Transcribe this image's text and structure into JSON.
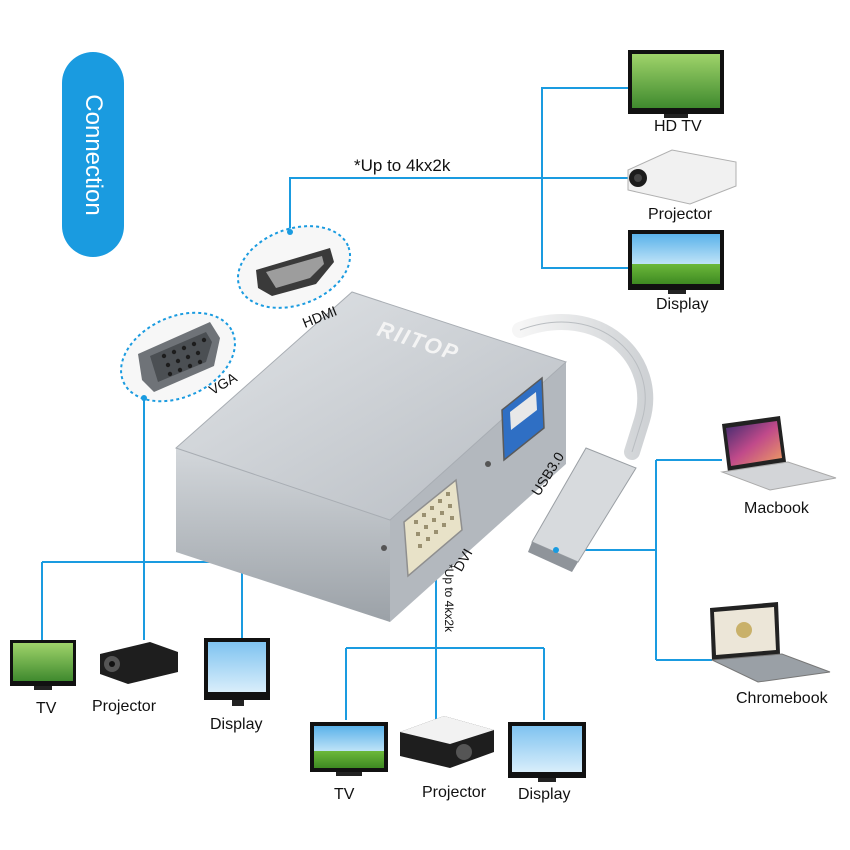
{
  "badge": {
    "text": "Connection"
  },
  "brand": {
    "logo_text": "RIITOP"
  },
  "ports": {
    "hdmi": "HDMI",
    "vga": "VGA",
    "dvi": "DVI",
    "usb": "USB3.0"
  },
  "notes": {
    "hdmi_res": "*Up to 4kx2k",
    "dvi_res": "*Up to 4kx2k"
  },
  "hdmi_devices": [
    "HD TV",
    "Projector",
    "Display"
  ],
  "vga_devices": [
    "TV",
    "Projector",
    "Display"
  ],
  "dvi_devices": [
    "TV",
    "Projector",
    "Display"
  ],
  "usbc_devices": [
    "Macbook",
    "Chromebook"
  ],
  "colors": {
    "line": "#1a9be0",
    "accent": "#1a9be0",
    "shell": "#c9cdd2"
  }
}
